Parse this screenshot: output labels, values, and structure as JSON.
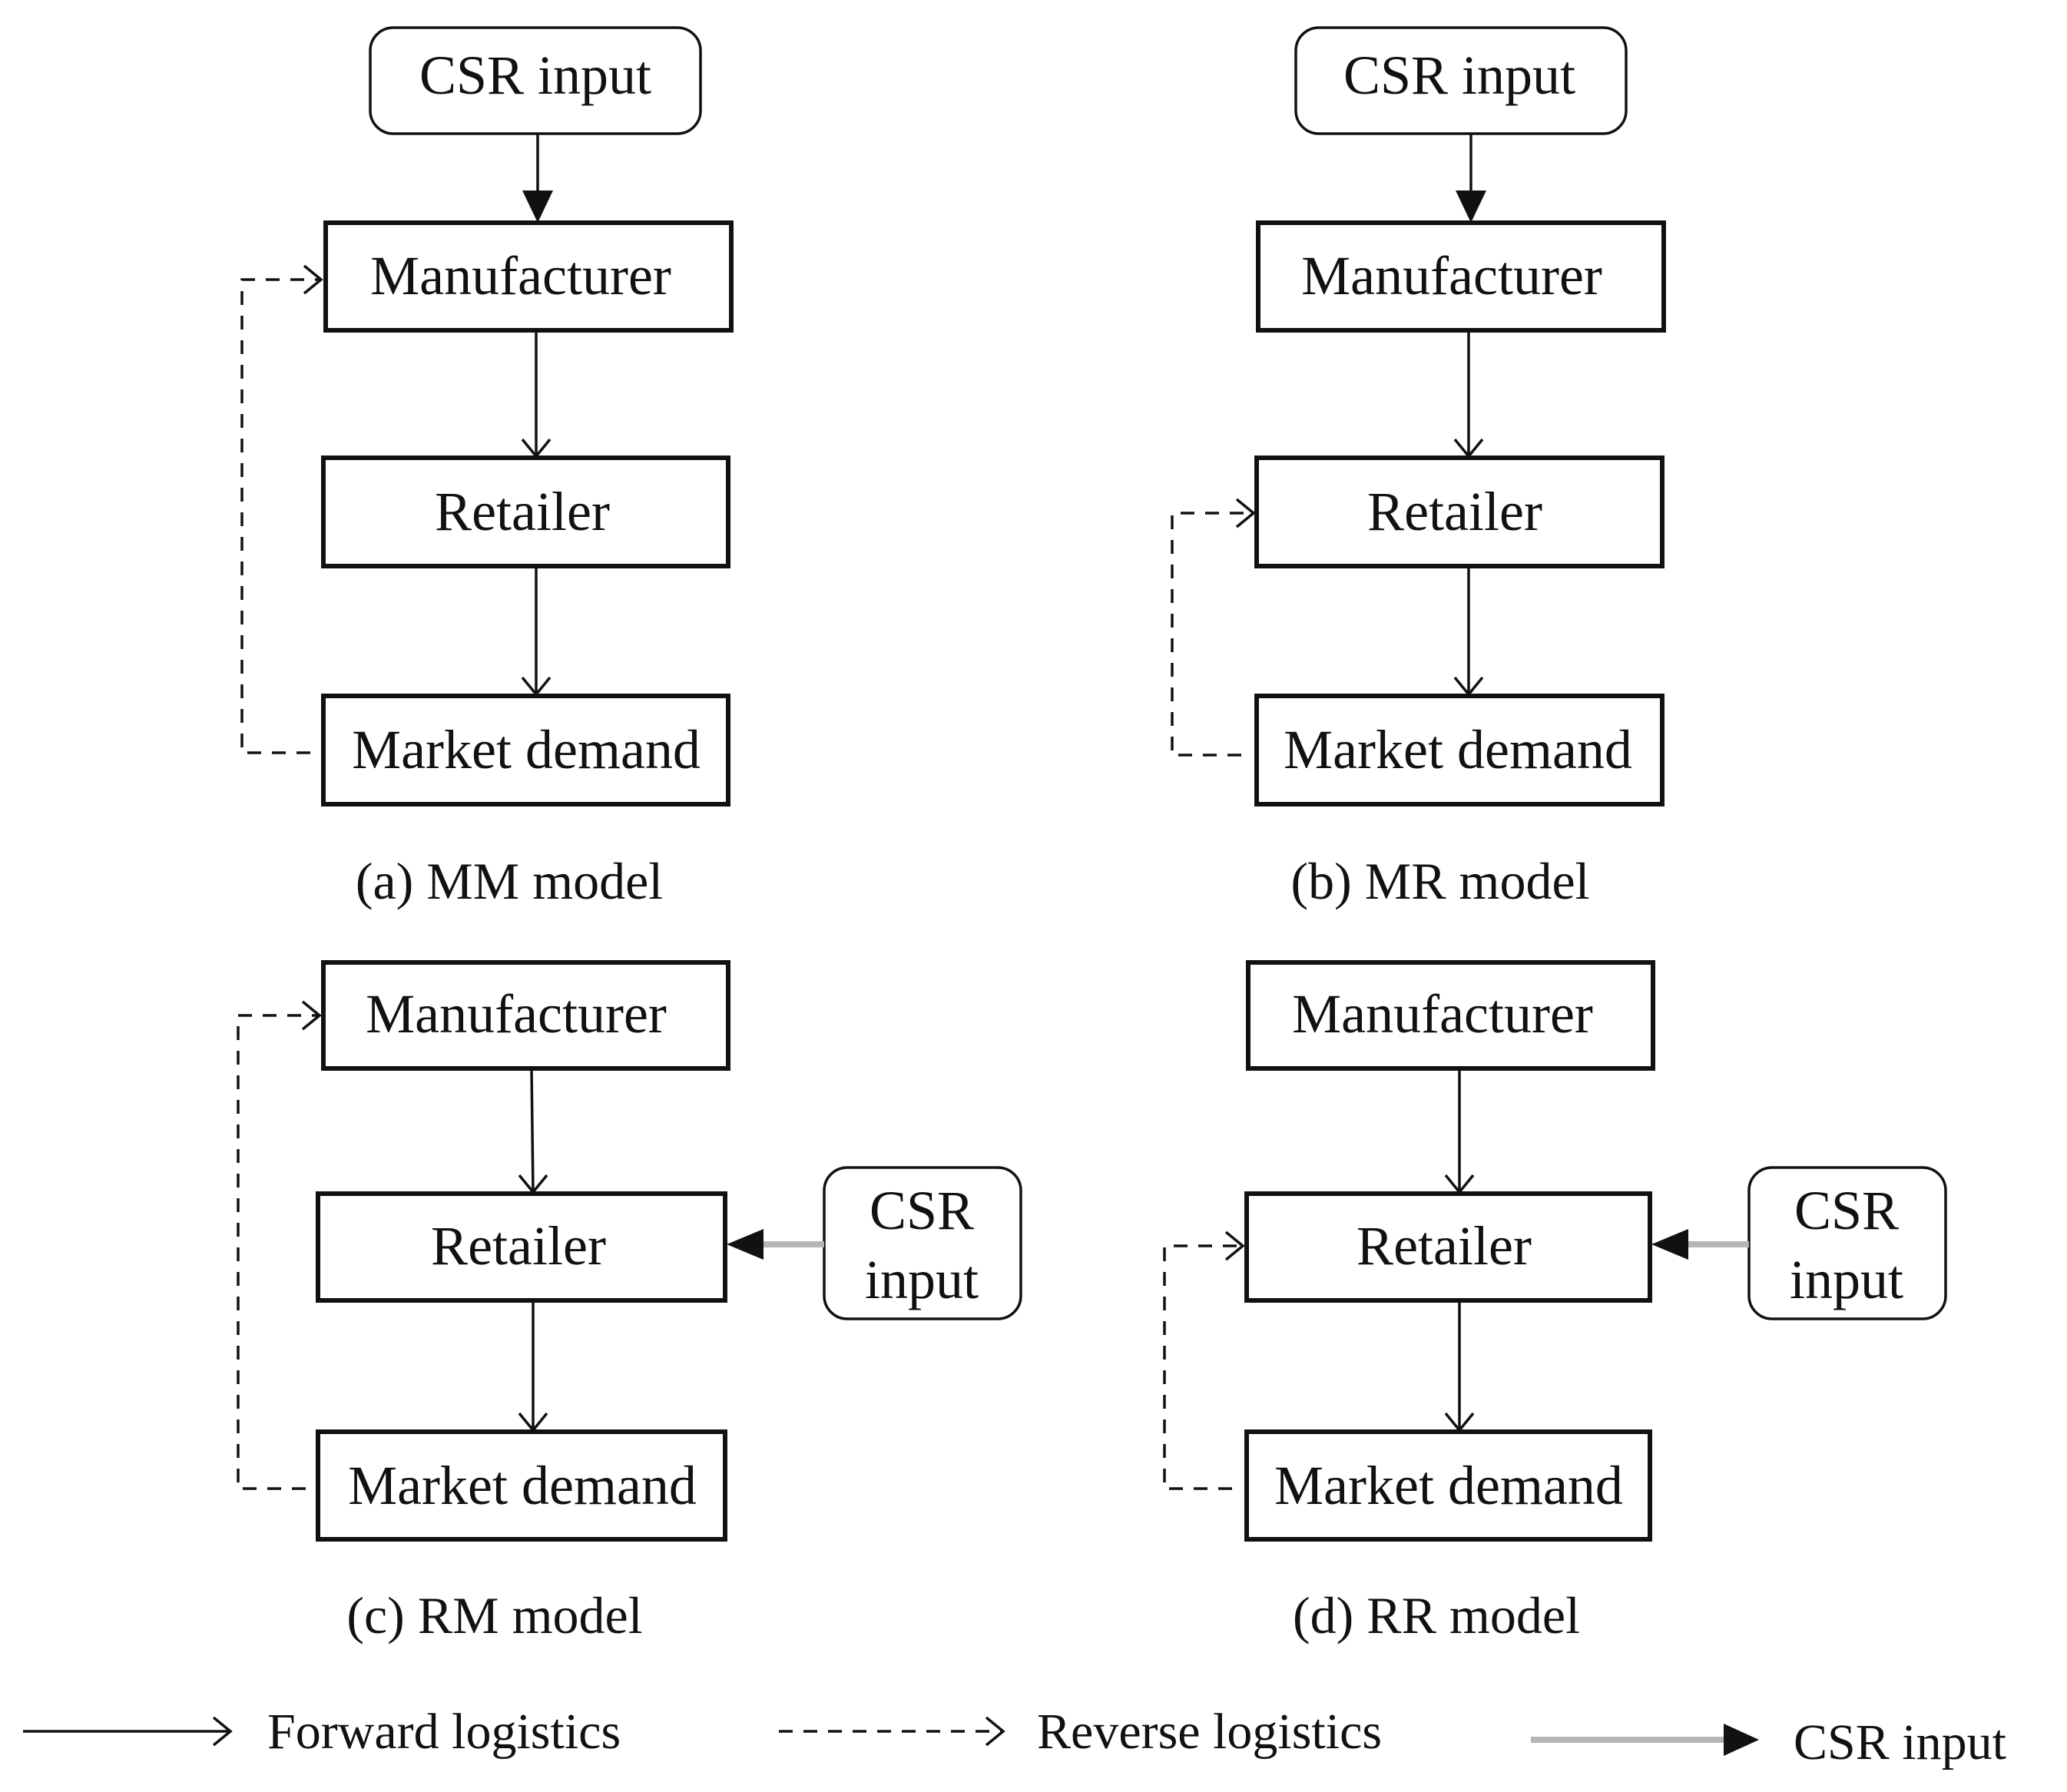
{
  "nodes": {
    "csr_input": "CSR input",
    "csr_input_line1": "CSR",
    "csr_input_line2": "input",
    "manufacturer": "Manufacturer",
    "retailer": "Retailer",
    "market_demand": "Market demand"
  },
  "panels": {
    "a": {
      "caption": "(a) MM model"
    },
    "b": {
      "caption": "(b) MR model"
    },
    "c": {
      "caption": "(c) RM model"
    },
    "d": {
      "caption": "(d) RR model"
    }
  },
  "legend": {
    "forward": "Forward logistics",
    "reverse": "Reverse logistics",
    "csr": "CSR input"
  }
}
